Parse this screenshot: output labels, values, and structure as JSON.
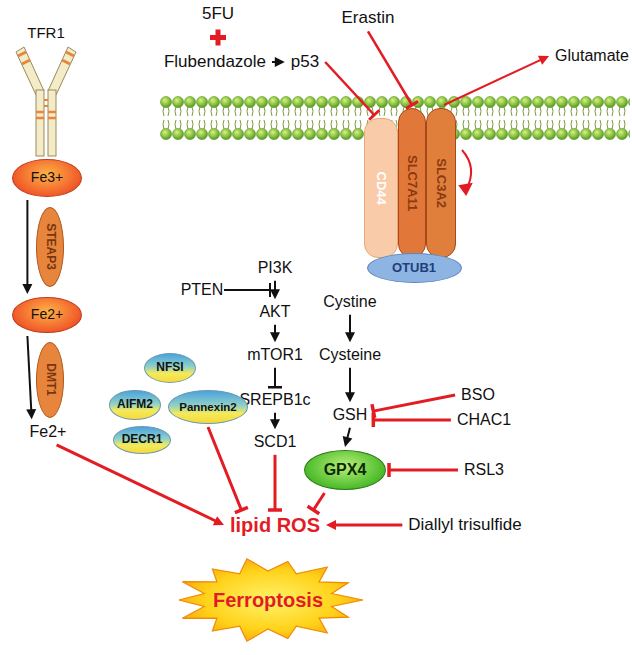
{
  "diagram": {
    "nodes": [
      {
        "text": [
          "Flubendazole"
        ]
      },
      {
        "text": [
          "p53"
        ]
      },
      {
        "text": [
          "Erastin"
        ]
      },
      {
        "text": [
          "Glutamate"
        ]
      },
      {
        "text": [
          "CD44"
        ]
      },
      {
        "text": [
          "SLC7A11"
        ]
      },
      {
        "text": [
          "SLC3A2"
        ]
      },
      {
        "text": [
          "OTUB1"
        ]
      },
      {
        "text": [
          "Fe3+"
        ]
      },
      {
        "text": [
          "STEAP3"
        ]
      },
      {
        "text": [
          "Fe2+"
        ]
      },
      {
        "text": [
          "DMT1"
        ]
      },
      {
        "text": [
          "Fe2+"
        ]
      },
      {
        "text": [
          "PI3K"
        ]
      },
      {
        "text": [
          "PTEN"
        ]
      },
      {
        "text": [
          "AKT"
        ]
      },
      {
        "text": [
          "mTOR1"
        ]
      },
      {
        "text": [
          "SREPB1c"
        ]
      },
      {
        "text": [
          "SCD1"
        ]
      },
      {
        "text": [
          "NFSI"
        ]
      },
      {
        "text": [
          "AIFM2"
        ]
      },
      {
        "text": [
          "Pannexin2"
        ]
      },
      {
        "text": [
          "DECR1"
        ]
      },
      {
        "text": [
          "Cystine"
        ]
      },
      {
        "text": [
          "Cysteine"
        ]
      },
      {
        "text": [
          "GSH"
        ]
      },
      {
        "text": [
          "BSO"
        ]
      },
      {
        "text": [
          "CHAC1"
        ]
      },
      {
        "text": [
          "GPX4"
        ]
      },
      {
        "text": [
          "RSL3"
        ]
      },
      {
        "text": [
          "lipid ROS"
        ]
      },
      {
        "text": [
          "Diallyl trisulfide"
        ]
      },
      {
        "text": [
          "Ferroptosis"
        ]
      }
    ],
    "edges": [
      {
        "from": 0,
        "to": 1,
        "arrow": "to"
      },
      {
        "from": 1,
        "to": 4,
        "arrow": "to"
      },
      {
        "from": 2,
        "to": 5,
        "arrow": "to"
      },
      {
        "from": 6,
        "to": 3,
        "arrow": "to"
      },
      {
        "from": 8,
        "to": 10,
        "arrow": "to"
      },
      {
        "from": 10,
        "to": 12,
        "arrow": "to"
      },
      {
        "from": 12,
        "to": 30,
        "arrow": "to"
      },
      {
        "from": 13,
        "to": 15,
        "arrow": "to"
      },
      {
        "from": 15,
        "to": 16,
        "arrow": "to"
      },
      {
        "from": 16,
        "to": 17,
        "arrow": "to"
      },
      {
        "from": 17,
        "to": 18,
        "arrow": "to"
      },
      {
        "from": 18,
        "to": 30,
        "arrow": "to"
      },
      {
        "from": 21,
        "to": 30,
        "arrow": "to"
      },
      {
        "from": 23,
        "to": 24,
        "arrow": "to"
      },
      {
        "from": 24,
        "to": 25,
        "arrow": "to"
      },
      {
        "from": 25,
        "to": 28,
        "arrow": "to"
      },
      {
        "from": 26,
        "to": 25,
        "arrow": "to"
      },
      {
        "from": 27,
        "to": 25,
        "arrow": "to"
      },
      {
        "from": 29,
        "to": 28,
        "arrow": "to"
      },
      {
        "from": 28,
        "to": 30,
        "arrow": "to"
      },
      {
        "from": 31,
        "to": 30,
        "arrow": "to"
      }
    ],
    "labels": [
      "5FU",
      "TFR1"
    ]
  }
}
